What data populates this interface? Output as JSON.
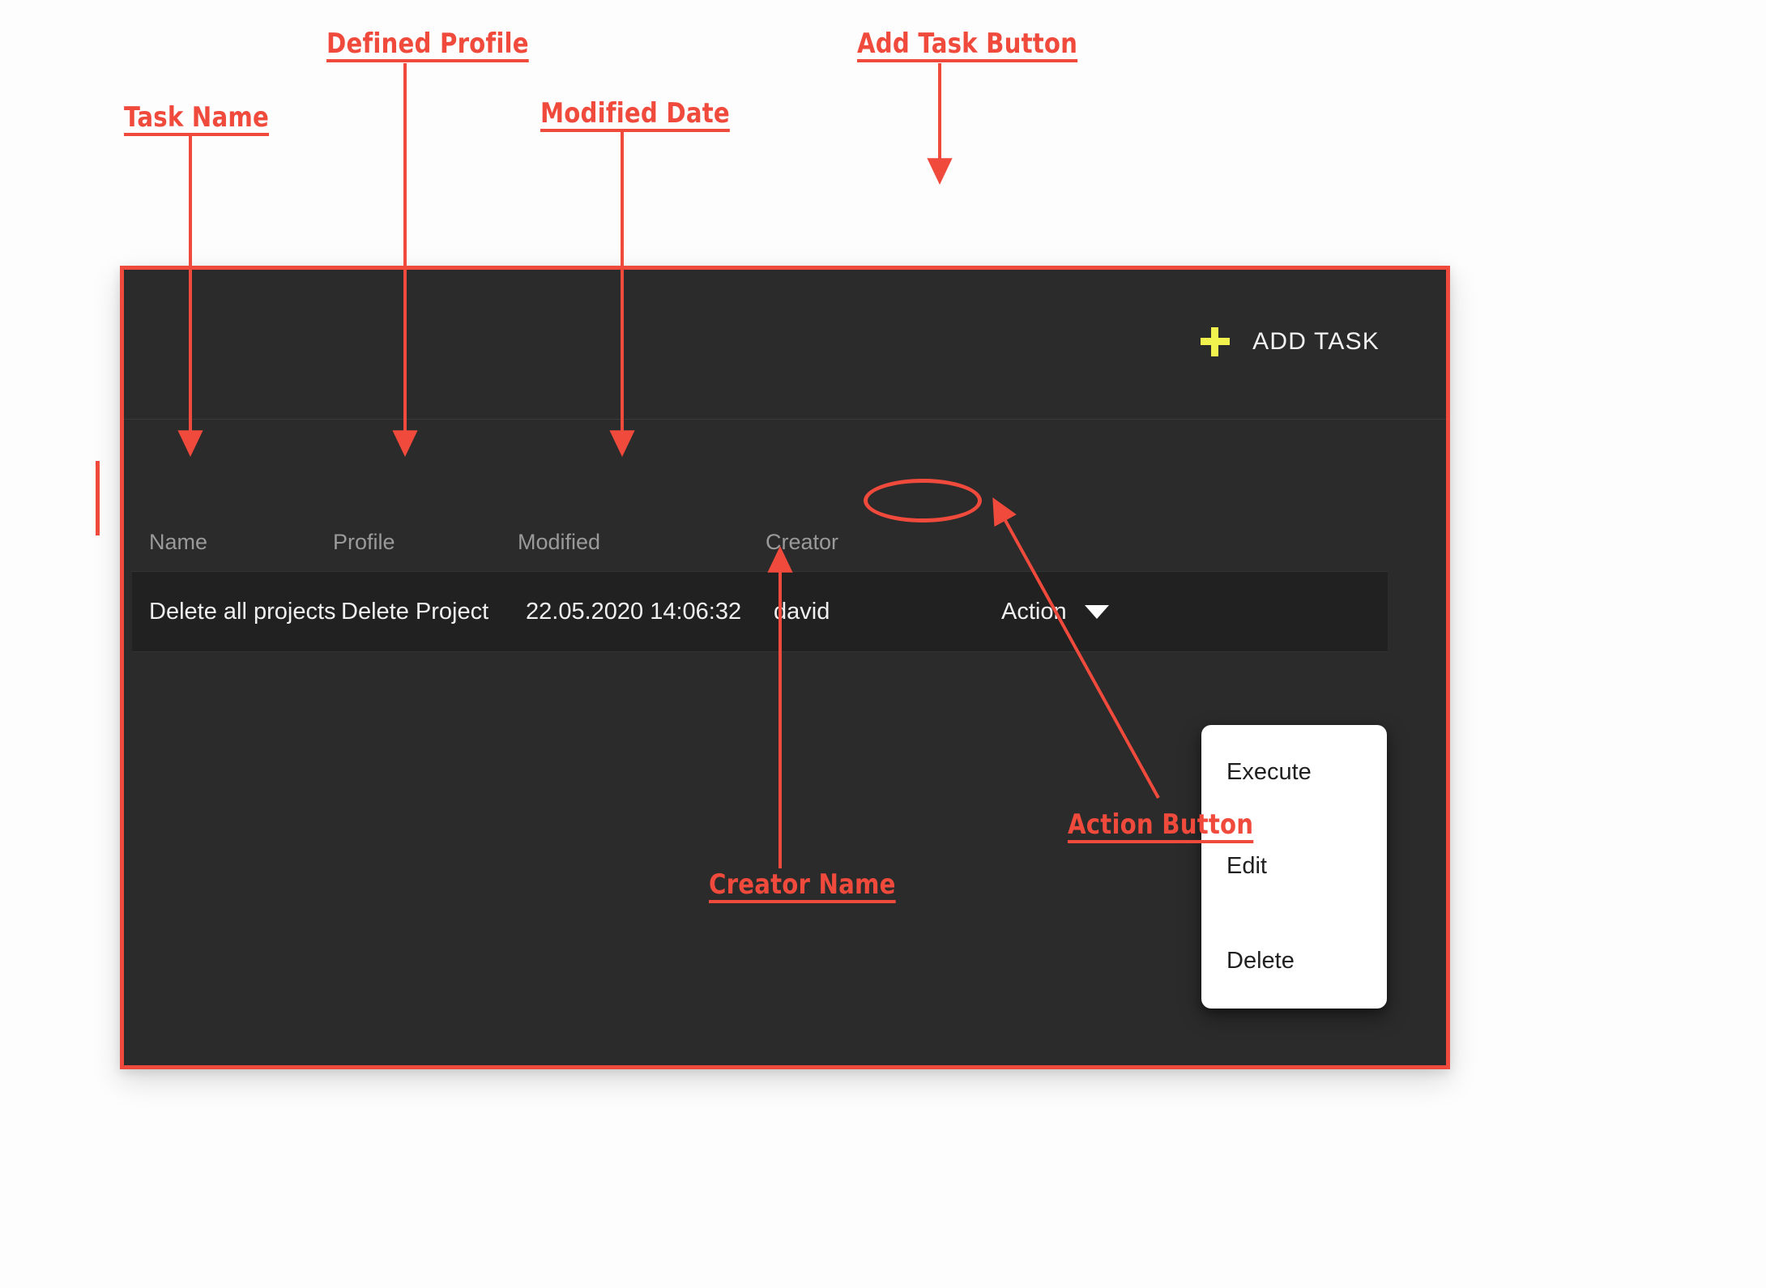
{
  "panel": {
    "toolbar": {
      "add_task_label": "ADD TASK",
      "plus_icon": "plus-icon",
      "plus_color": "#f2f24e"
    },
    "table": {
      "columns": [
        "Name",
        "Profile",
        "Modified",
        "Creator"
      ],
      "rows": [
        {
          "name": "Delete all projects",
          "profile": "Delete Project",
          "modified": "22.05.2020 14:06:32",
          "creator": "david",
          "action_label": "Action",
          "caret_icon": "chevron-down-icon"
        }
      ]
    },
    "dropdown": {
      "items": [
        "Execute",
        "Edit",
        "Delete"
      ]
    },
    "colors": {
      "panel_bg": "#2b2b2b",
      "row_bg": "#212121",
      "header_text": "#9a9a9a",
      "body_text": "#f0f0f0",
      "accent": "#f2f24e"
    }
  },
  "annotations": {
    "accent_color": "#ef4a3c",
    "labels": [
      {
        "id": "task-name",
        "text": "Task Name"
      },
      {
        "id": "defined-profile",
        "text": "Defined Profile"
      },
      {
        "id": "modified-date",
        "text": "Modified Date"
      },
      {
        "id": "add-task-button",
        "text": "Add Task Button"
      },
      {
        "id": "creator-name",
        "text": "Creator Name"
      },
      {
        "id": "action-button",
        "text": "Action Button"
      }
    ]
  }
}
